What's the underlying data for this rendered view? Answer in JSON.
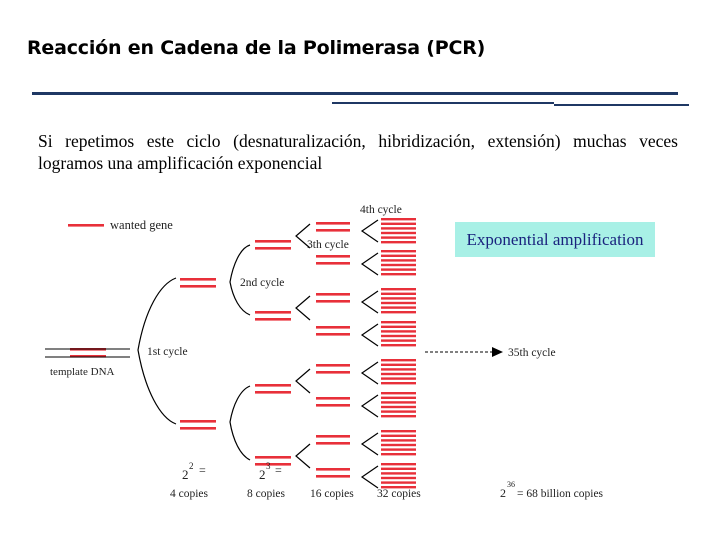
{
  "slide": {
    "title": "Reacción en Cadena de la Polimerasa (PCR)",
    "body": "Si repetimos este ciclo (desnaturalización, hibridización, extensión) muchas veces logramos una amplificación exponencial"
  },
  "diagram": {
    "wanted_gene_label": "wanted gene",
    "template_label": "template DNA",
    "cycle_1_label": "1st cycle",
    "cycle_2_label": "2nd cycle",
    "cycle_3_label": "3th cycle",
    "cycle_4_label": "4th cycle",
    "cycle_35_label": "35th cycle",
    "badge_label": "Exponential amplification",
    "copies": {
      "c4_base": "2",
      "c4_exp": "2",
      "c4_eq": "=",
      "c4_label": "4 copies",
      "c8_base": "2",
      "c8_exp": "3",
      "c8_eq": "=",
      "c8_label": "8 copies",
      "c16_label": "16 copies",
      "c32_label": "32 copies",
      "c68_base": "2",
      "c68_exp": "36",
      "c68_label": "= 68 billion copies"
    },
    "colors": {
      "dna": "#e8303a",
      "template": "#000000",
      "line": "#000000",
      "title_rule": "#1f3864",
      "badge_bg": "#a8f0e6",
      "badge_text": "#1a237e"
    }
  }
}
